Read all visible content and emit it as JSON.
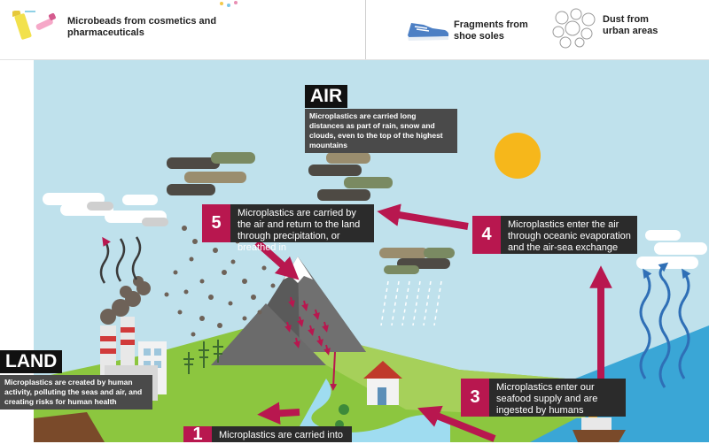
{
  "sources": [
    {
      "icon": "cosmetics-tubes-icon",
      "label": "Microbeads from cosmetics and pharmaceuticals"
    },
    {
      "icon": "shoe-icon",
      "label": "Fragments from shoe soles"
    },
    {
      "icon": "dust-icon",
      "label": "Dust from urban areas"
    }
  ],
  "air": {
    "heading": "AIR",
    "note": "Microplastics are carried long distances as part of rain, snow and clouds, even to the top of the highest mountains"
  },
  "land": {
    "heading": "LAND",
    "note": "Microplastics are created by human activity, polluting the seas and air, and creating risks for human health"
  },
  "steps": [
    {
      "number": "1",
      "text": "Microplastics are carried into"
    },
    {
      "number": "3",
      "text": "Microplastics enter our seafood supply and are ingested by humans"
    },
    {
      "number": "4",
      "text": "Microplastics enter the air through oceanic evaporation and the air-sea exchange"
    },
    {
      "number": "5",
      "text": "Microplastics are carried by the air and return to the land through precipitation, or breathed in"
    }
  ],
  "colors": {
    "sky": "#bfe1ec",
    "arrow": "#b8174f",
    "wave_arrow": "#2f6fb6",
    "sun": "#f6b71b",
    "land": "#8cc63f",
    "sea": "#3aa6d6"
  }
}
